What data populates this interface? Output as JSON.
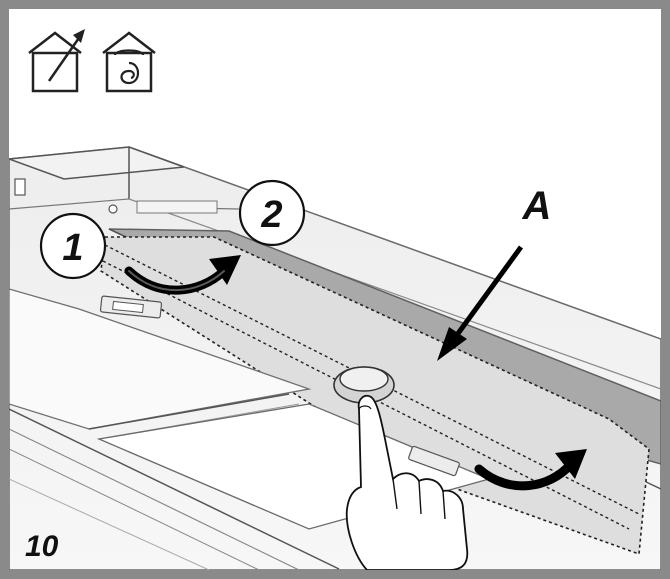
{
  "diagram": {
    "step_number": "10",
    "callouts": {
      "one": "1",
      "two": "2",
      "part_label": "A"
    },
    "icons": [
      "house-ducted-exhaust-icon",
      "house-recirculation-icon"
    ]
  }
}
